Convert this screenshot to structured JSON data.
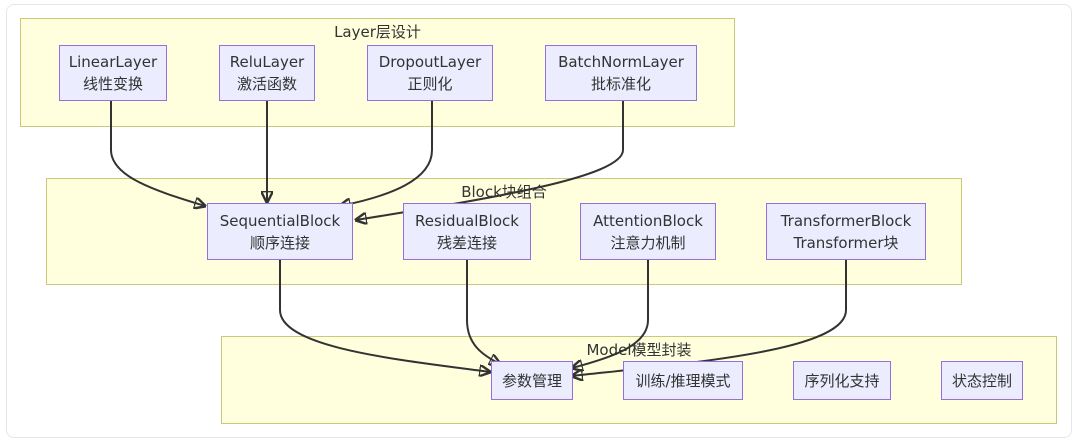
{
  "clusters": {
    "layer": "Layer层设计",
    "block": "Block块组合",
    "model": "Model模型封装"
  },
  "nodes": {
    "linear_layer": {
      "line1": "LinearLayer",
      "line2": "线性变换"
    },
    "relu_layer": {
      "line1": "ReluLayer",
      "line2": "激活函数"
    },
    "dropout_layer": {
      "line1": "DropoutLayer",
      "line2": "正则化"
    },
    "batchnorm_layer": {
      "line1": "BatchNormLayer",
      "line2": "批标准化"
    },
    "sequential_block": {
      "line1": "SequentialBlock",
      "line2": "顺序连接"
    },
    "residual_block": {
      "line1": "ResidualBlock",
      "line2": "残差连接"
    },
    "attention_block": {
      "line1": "AttentionBlock",
      "line2": "注意力机制"
    },
    "transformer_block": {
      "line1": "TransformerBlock",
      "line2": "Transformer块"
    },
    "param_mgmt": {
      "line1": "参数管理"
    },
    "train_infer": {
      "line1": "训练/推理模式"
    },
    "serialization": {
      "line1": "序列化支持"
    },
    "state_control": {
      "line1": "状态控制"
    }
  },
  "colors": {
    "cluster_fill": "#ffffde",
    "cluster_border": "#c9c97a",
    "node_fill": "#ececff",
    "node_border": "#9370db",
    "edge": "#333333"
  },
  "edges": [
    {
      "from": "linear_layer",
      "to": "sequential_block"
    },
    {
      "from": "relu_layer",
      "to": "sequential_block"
    },
    {
      "from": "dropout_layer",
      "to": "sequential_block"
    },
    {
      "from": "batchnorm_layer",
      "to": "sequential_block"
    },
    {
      "from": "sequential_block",
      "to": "param_mgmt"
    },
    {
      "from": "residual_block",
      "to": "param_mgmt"
    },
    {
      "from": "attention_block",
      "to": "param_mgmt"
    },
    {
      "from": "transformer_block",
      "to": "param_mgmt"
    }
  ]
}
